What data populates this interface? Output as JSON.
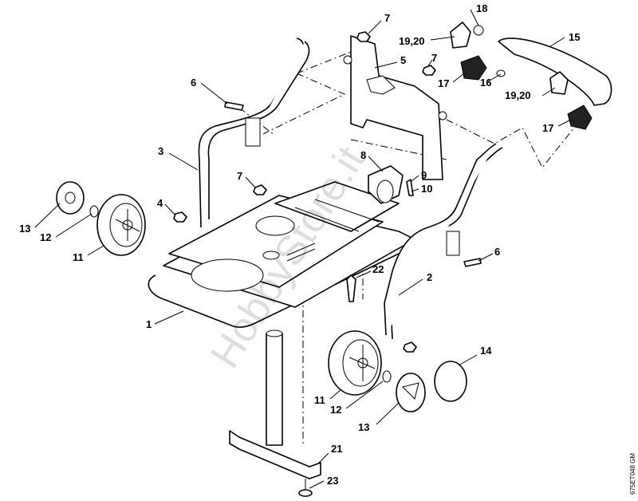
{
  "diagram": {
    "watermark": "HobbyStore.it",
    "drawing_code": "675ET048 GM",
    "callouts": [
      {
        "id": "c7a",
        "text": "7"
      },
      {
        "id": "c18",
        "text": "18"
      },
      {
        "id": "c1920a",
        "text": "19,20"
      },
      {
        "id": "c15",
        "text": "15"
      },
      {
        "id": "c5",
        "text": "5"
      },
      {
        "id": "c7b",
        "text": "7"
      },
      {
        "id": "c6a",
        "text": "6"
      },
      {
        "id": "c17a",
        "text": "17"
      },
      {
        "id": "c16",
        "text": "16"
      },
      {
        "id": "c1920b",
        "text": "19,20"
      },
      {
        "id": "c3",
        "text": "3"
      },
      {
        "id": "c17b",
        "text": "17"
      },
      {
        "id": "c8",
        "text": "8"
      },
      {
        "id": "c7c",
        "text": "7"
      },
      {
        "id": "c9",
        "text": "9"
      },
      {
        "id": "c10",
        "text": "10"
      },
      {
        "id": "c4",
        "text": "4"
      },
      {
        "id": "c13a",
        "text": "13"
      },
      {
        "id": "c12a",
        "text": "12"
      },
      {
        "id": "c11a",
        "text": "11"
      },
      {
        "id": "c6b",
        "text": "6"
      },
      {
        "id": "c22",
        "text": "22"
      },
      {
        "id": "c2",
        "text": "2"
      },
      {
        "id": "c1",
        "text": "1"
      },
      {
        "id": "c14",
        "text": "14"
      },
      {
        "id": "c11b",
        "text": "11"
      },
      {
        "id": "c12b",
        "text": "12"
      },
      {
        "id": "c13b",
        "text": "13"
      },
      {
        "id": "c21",
        "text": "21"
      },
      {
        "id": "c23",
        "text": "23"
      }
    ]
  }
}
